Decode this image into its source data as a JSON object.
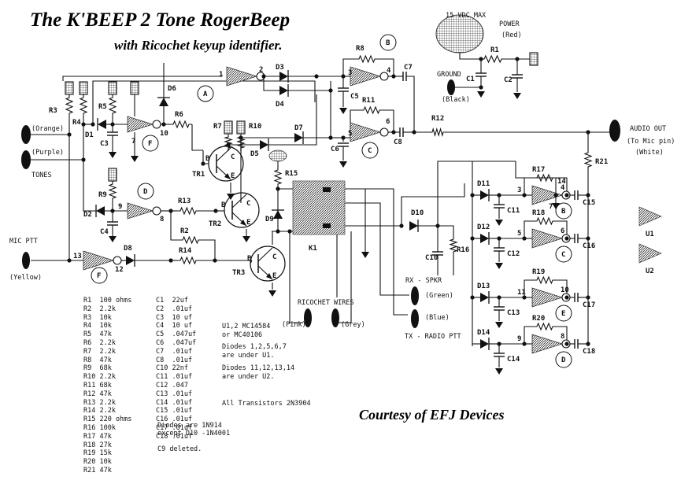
{
  "title": "The K'BEEP 2 Tone RogerBeep",
  "subtitle": "with Ricochet keyup identifier.",
  "courtesy": "Courtesy of EFJ Devices",
  "power": {
    "max_label": "15 VDC MAX",
    "power_label": "POWER",
    "power_color": "(Red)",
    "ground_label": "GROUND",
    "ground_color": "(Black)"
  },
  "inputs": {
    "orange": "(Orange)",
    "purple": "(Purple)",
    "tones": "TONES",
    "mic_ptt": "MIC PTT",
    "yellow": "(Yellow)"
  },
  "outputs": {
    "audio_out": "AUDIO OUT",
    "to_mic": "(To Mic pin)",
    "white": "(White)",
    "rx_spkr": "RX - SPKR",
    "green": "(Green)",
    "blue": "(Blue)",
    "tx_radio": "TX - RADIO PTT",
    "ricochet": "RICOCHET WIRES",
    "pink": "(Pink)",
    "grey": "(Grey)"
  },
  "legend_gates": [
    "U1",
    "U2"
  ],
  "resistors": [
    [
      "R1",
      "100 ohms"
    ],
    [
      "R2",
      "2.2k"
    ],
    [
      "R3",
      "10k"
    ],
    [
      "R4",
      "10k"
    ],
    [
      "R5",
      "47k"
    ],
    [
      "R6",
      "2.2k"
    ],
    [
      "R7",
      "2.2k"
    ],
    [
      "R8",
      "47k"
    ],
    [
      "R9",
      "68k"
    ],
    [
      "R10",
      "2.2k"
    ],
    [
      "R11",
      "68k"
    ],
    [
      "R12",
      "47k"
    ],
    [
      "R13",
      "2.2k"
    ],
    [
      "R14",
      "2.2k"
    ],
    [
      "R15",
      "220 ohms"
    ],
    [
      "R16",
      "100k"
    ],
    [
      "R17",
      "47k"
    ],
    [
      "R18",
      "27k"
    ],
    [
      "R19",
      "15k"
    ],
    [
      "R20",
      "10k"
    ],
    [
      "R21",
      "47k"
    ]
  ],
  "capacitors": [
    [
      "C1",
      "22uf"
    ],
    [
      "C2",
      ".01uf"
    ],
    [
      "C3",
      "10 uf"
    ],
    [
      "C4",
      "10 uf"
    ],
    [
      "C5",
      ".047uf"
    ],
    [
      "C6",
      ".047uf"
    ],
    [
      "C7",
      ".01uf"
    ],
    [
      "C8",
      ".01uf"
    ],
    [
      "C10",
      "22nf"
    ],
    [
      "C11",
      ".01uf"
    ],
    [
      "C12",
      ".047"
    ],
    [
      "C13",
      ".01uf"
    ],
    [
      "C14",
      ".01uf"
    ],
    [
      "C15",
      ".01uf"
    ],
    [
      "C16",
      ".01uf"
    ],
    [
      "C17",
      ".01uf"
    ],
    [
      "C18",
      ".01uf"
    ]
  ],
  "notes": {
    "diodes_type": "Diodes are 1N914",
    "diodes_except": "except D10 -1N4001",
    "c9": "C9 deleted.",
    "ics": "U1,2 MC14584\nor MC40106",
    "u1_diodes": "Diodes 1,2,5,6,7\nare under U1.",
    "u2_diodes": "Diodes 11,12,13,14\nare under U2.",
    "transistors": "All Transistors 2N3904"
  },
  "labels": {
    "R1": "R1",
    "R2": "R2",
    "R3": "R3",
    "R4": "R4",
    "R5": "R5",
    "R6": "R6",
    "R7": "R7",
    "R8": "R8",
    "R9": "R9",
    "R10": "R10",
    "R11": "R11",
    "R12": "R12",
    "R13": "R13",
    "R14": "R14",
    "R15": "R15",
    "R16": "R16",
    "R17": "R17",
    "R18": "R18",
    "R19": "R19",
    "R20": "R20",
    "R21": "R21",
    "C1": "C1",
    "C2": "C2",
    "C3": "C3",
    "C4": "C4",
    "C5": "C5",
    "C6": "C6",
    "C7": "C7",
    "C8": "C8",
    "C10": "C10",
    "C11": "C11",
    "C12": "C12",
    "C13": "C13",
    "C14": "C14",
    "C15": "C15",
    "C16": "C16",
    "C17": "C17",
    "C18": "C18",
    "D1": "D1",
    "D2": "D2",
    "D3": "D3",
    "D4": "D4",
    "D5": "D5",
    "D6": "D6",
    "D7": "D7",
    "D8": "D8",
    "D9": "D9",
    "D10": "D10",
    "D11": "D11",
    "D12": "D12",
    "D13": "D13",
    "D14": "D14",
    "TR1": "TR1",
    "TR2": "TR2",
    "TR3": "TR3",
    "K1": "K1",
    "A": "A",
    "B": "B",
    "C": "C",
    "D": "D",
    "E": "E",
    "F": "F"
  }
}
